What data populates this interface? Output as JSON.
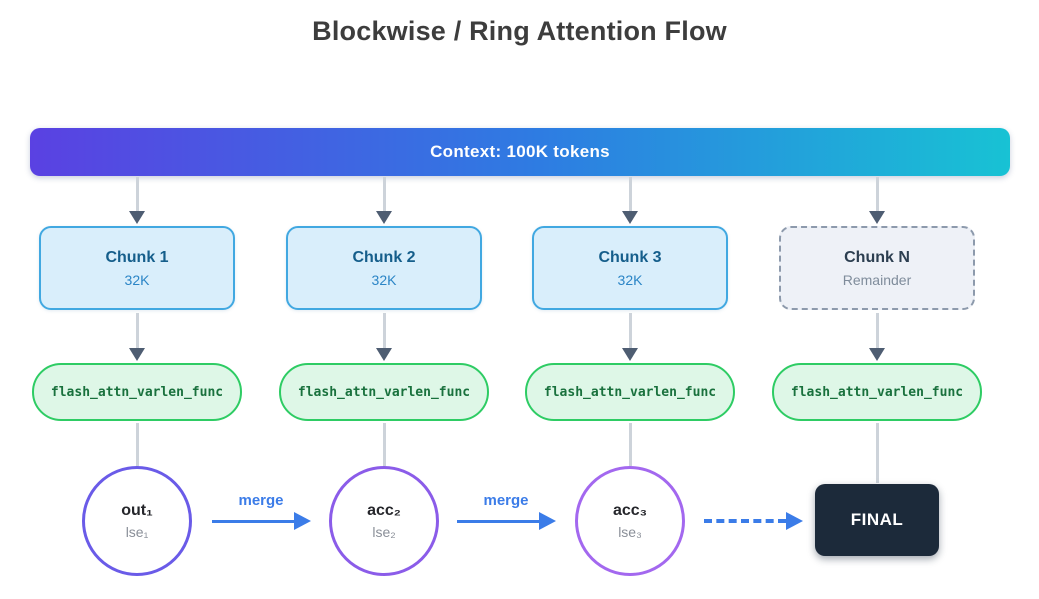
{
  "title": "Blockwise / Ring Attention Flow",
  "context_bar": {
    "label": "Context: 100K tokens",
    "gradient_start": "#5a41e2",
    "gradient_mid": "#2e7ce2",
    "gradient_end": "#18c2d4"
  },
  "columns": [
    {
      "chunk": {
        "title": "Chunk 1",
        "subtitle": "32K",
        "style": "solid"
      },
      "func": "flash_attn_varlen_func",
      "result": {
        "kind": "circle",
        "name": "out₁",
        "sub": "lse₁",
        "border": "#6a5be8"
      }
    },
    {
      "chunk": {
        "title": "Chunk 2",
        "subtitle": "32K",
        "style": "solid"
      },
      "func": "flash_attn_varlen_func",
      "result": {
        "kind": "circle",
        "name": "acc₂",
        "sub": "lse₂",
        "border": "#8b5ce9"
      }
    },
    {
      "chunk": {
        "title": "Chunk 3",
        "subtitle": "32K",
        "style": "solid"
      },
      "func": "flash_attn_varlen_func",
      "result": {
        "kind": "circle",
        "name": "acc₃",
        "sub": "lse₃",
        "border": "#a368ef"
      }
    },
    {
      "chunk": {
        "title": "Chunk N",
        "subtitle": "Remainder",
        "style": "dashed"
      },
      "func": "flash_attn_varlen_func",
      "result": {
        "kind": "final",
        "label": "FINAL"
      }
    }
  ],
  "merge_arrows": [
    {
      "label": "merge",
      "style": "solid"
    },
    {
      "label": "merge",
      "style": "solid"
    },
    {
      "label": "",
      "style": "dashed"
    }
  ],
  "colors": {
    "title_text": "#3d3d3d",
    "chunk_fill": "#d9eefb",
    "chunk_border": "#41a8e1",
    "chunk_title": "#155e8b",
    "chunk_subtitle": "#2b85c6",
    "chunk_n_fill": "#eef1f7",
    "chunk_n_border": "#8d9aac",
    "pill_fill": "#def7e7",
    "pill_border": "#2ecc64",
    "pill_text": "#19713d",
    "arrow_line": "#cdd3da",
    "arrow_head": "#4e5d72",
    "merge_accent": "#3b7ce8",
    "final_bg": "#1c2a3a",
    "final_text": "#ffffff"
  }
}
